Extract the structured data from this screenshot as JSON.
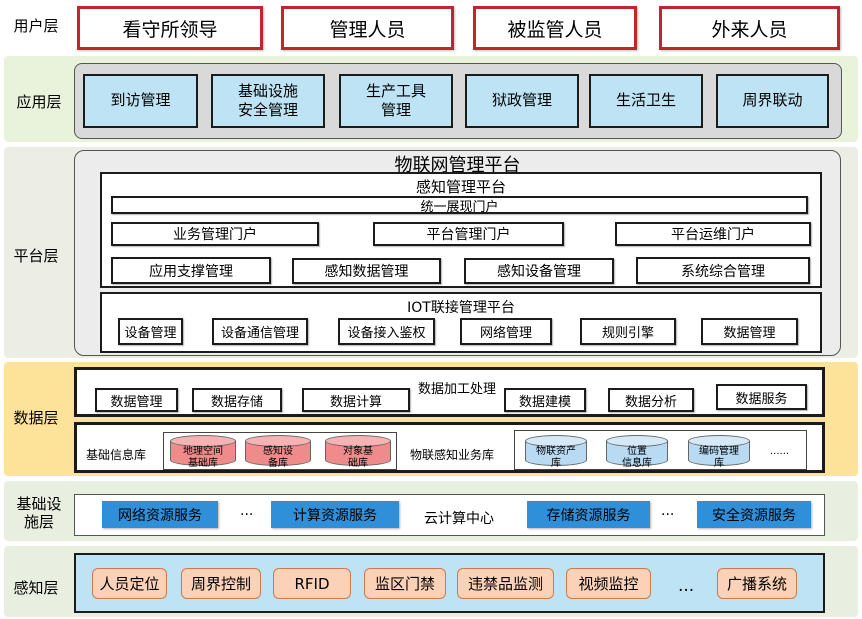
{
  "layers": {
    "user": "用户层",
    "app": "应用层",
    "platform": "平台层",
    "data": "数据层",
    "infra_line1": "基础设",
    "infra_line2": "施层",
    "sense": "感知层"
  },
  "colors": {
    "user_band": "#ffffff",
    "app_band": "#e9f3dc",
    "platform_band": "#eceee6",
    "data_band": "#fde39a",
    "infra_band": "#e9efe0",
    "sense_band": "#e9efe0",
    "user_border": "#c0272d",
    "app_box": "#bde3f5",
    "cloud_box": "#2f8fd9",
    "sense_box": "#fbd2b7",
    "cyl_red": "#ef8b8b",
    "cyl_blue": "#b9daf3"
  },
  "user_layer": [
    "看守所领导",
    "管理人员",
    "被监管人员",
    "外来人员"
  ],
  "app_layer": [
    {
      "line1": "到访管理",
      "line2": ""
    },
    {
      "line1": "基础设施",
      "line2": "安全管理"
    },
    {
      "line1": "生产工具",
      "line2": "管理"
    },
    {
      "line1": "狱政管理",
      "line2": ""
    },
    {
      "line1": "生活卫生",
      "line2": ""
    },
    {
      "line1": "周界联动",
      "line2": ""
    }
  ],
  "platform": {
    "title": "物联网管理平台",
    "sensing_title": "感知管理平台",
    "unified_portal": "统一展现门户",
    "portals": [
      "业务管理门户",
      "平台管理门户",
      "平台运维门户"
    ],
    "managements": [
      "应用支撑管理",
      "感知数据管理",
      "感知设备管理",
      "系统综合管理"
    ],
    "iot_title": "IOT联接管理平台",
    "iot_items": [
      "设备管理",
      "设备通信管理",
      "设备接入鉴权",
      "网络管理",
      "规则引擎",
      "数据管理"
    ]
  },
  "data_layer": {
    "processing_title": "数据加工处理",
    "processing_items": [
      "数据管理",
      "数据存储",
      "数据计算",
      "数据建模",
      "数据分析",
      "数据服务"
    ],
    "basic_db_label": "基础信息库",
    "basic_dbs": [
      {
        "line1": "地理空间",
        "line2": "基础库"
      },
      {
        "line1": "感知设",
        "line2": "备库"
      },
      {
        "line1": "对象基",
        "line2": "础库"
      }
    ],
    "business_db_label": "物联感知业务库",
    "business_dbs": [
      {
        "line1": "物联资产",
        "line2": "库"
      },
      {
        "line1": "位置",
        "line2": "信息库"
      },
      {
        "line1": "编码管理",
        "line2": "库"
      }
    ],
    "business_ellipsis": "......"
  },
  "infra_layer": {
    "center": "云计算中心",
    "services": [
      "网络资源服务",
      "计算资源服务",
      "存储资源服务",
      "安全资源服务"
    ],
    "ellipsis": "..."
  },
  "sense_layer": {
    "items": [
      "人员定位",
      "周界控制",
      "RFID",
      "监区门禁",
      "违禁品监测",
      "视频监控",
      "广播系统"
    ],
    "ellipsis": "..."
  }
}
